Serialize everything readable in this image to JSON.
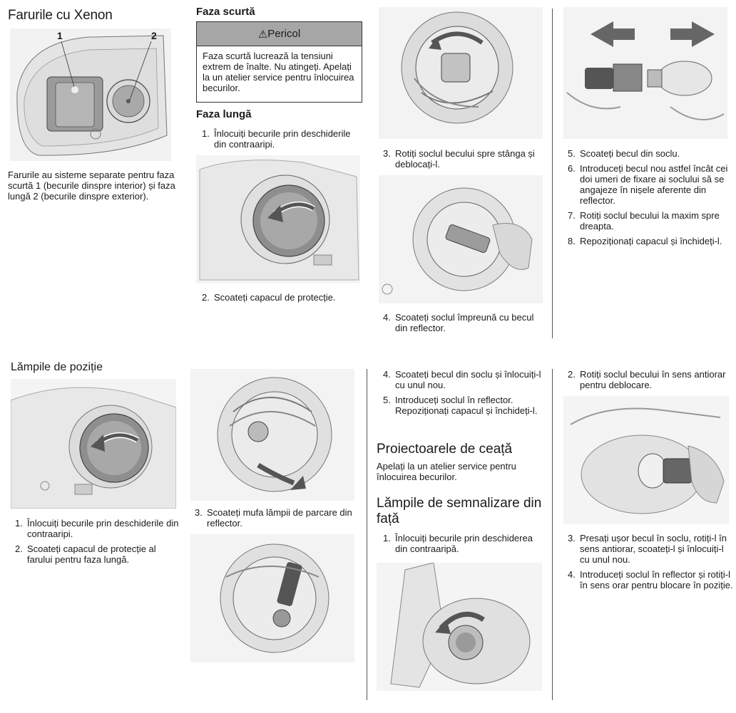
{
  "section1": {
    "title": "Farurile cu Xenon",
    "callout_1": "1",
    "callout_2": "2",
    "text": "Farurile au sisteme separate pentru faza scurtă 1 (becurile dinspre interior) și faza lungă 2 (becurile dinspre exterior)."
  },
  "low_beam": {
    "title": "Faza scurtă",
    "warning_title": "Pericol",
    "warning_text": "Faza scurtă lucrează la tensiuni extrem de înalte. Nu atingeți. Apelați la un atelier service pentru înlocuirea becurilor."
  },
  "high_beam": {
    "title": "Faza lungă",
    "steps": [
      {
        "n": "1.",
        "text": "Înlocuiți becurile prin deschiderile din contraaripi."
      },
      {
        "n": "2.",
        "text": "Scoateți capacul de protecție."
      },
      {
        "n": "3.",
        "text": "Rotiți soclul becului spre stânga și deblocați-l."
      },
      {
        "n": "4.",
        "text": "Scoateți soclul împreună cu becul din reflector."
      },
      {
        "n": "5.",
        "text": "Scoateți becul din soclu."
      },
      {
        "n": "6.",
        "text": "Introduceți becul nou astfel încât cei doi umeri de fixare ai soclului să se angajeze în nișele aferente din reflector."
      },
      {
        "n": "7.",
        "text": "Rotiți soclul becului la maxim spre dreapta."
      },
      {
        "n": "8.",
        "text": "Repoziționați capacul și închideți-l."
      }
    ]
  },
  "position_lamps": {
    "title": "Lămpile de poziție",
    "steps": [
      {
        "n": "1.",
        "text": "Înlocuiți becurile prin deschiderile din contraaripi."
      },
      {
        "n": "2.",
        "text": "Scoateți capacul de protecție al farului pentru faza lungă."
      },
      {
        "n": "3.",
        "text": "Scoateți mufa lămpii de parcare din reflector."
      },
      {
        "n": "4.",
        "text": "Scoateți becul din soclu și înlocuiți-l cu unul nou."
      },
      {
        "n": "5.",
        "text": "Introduceți soclul în reflector. Repoziționați capacul și închideți-l."
      }
    ]
  },
  "fog_lamps": {
    "title": "Proiectoarele de ceață",
    "text": "Apelați la un atelier service pentru înlocuirea becurilor."
  },
  "turn_signals": {
    "title": "Lămpile de semnalizare din față",
    "steps": [
      {
        "n": "1.",
        "text": "Înlocuiți becurile prin deschiderea din contraaripă."
      },
      {
        "n": "2.",
        "text": "Rotiți soclul becului în sens antiorar pentru deblocare."
      },
      {
        "n": "3.",
        "text": "Presați ușor becul în soclu, rotiți-l în sens antiorar, scoateți-l și înlocuiți-l cu unul nou."
      },
      {
        "n": "4.",
        "text": "Introduceți soclul în reflector și rotiți-l în sens orar pentru blocare în poziție."
      }
    ]
  }
}
